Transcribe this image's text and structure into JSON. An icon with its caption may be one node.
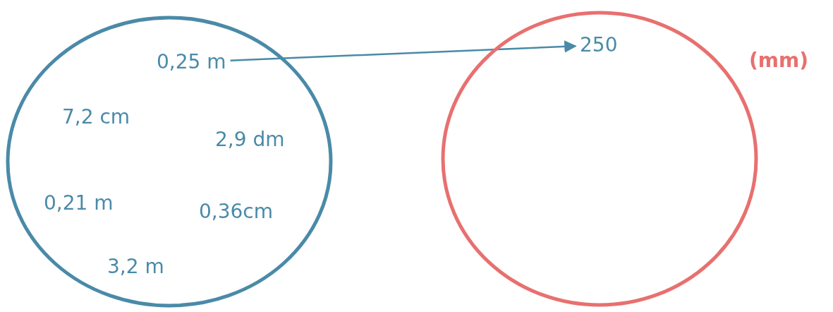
{
  "diagram": {
    "nodes": [
      {
        "text": [],
        "shape": "circle"
      },
      {
        "text": [
          "0,25 m"
        ],
        "in": 0
      },
      {
        "text": [],
        "shape": "circle",
        "beside": [
          "(mm)"
        ]
      },
      {
        "text": [
          "250"
        ],
        "in": 2
      }
    ],
    "edges": [
      {
        "from": 1,
        "to": 3,
        "arrow": "to"
      }
    ],
    "labels": [
      "7,2 cm",
      "2,9 dm",
      "0,21 m",
      "0,36cm",
      "3,2 m"
    ]
  }
}
